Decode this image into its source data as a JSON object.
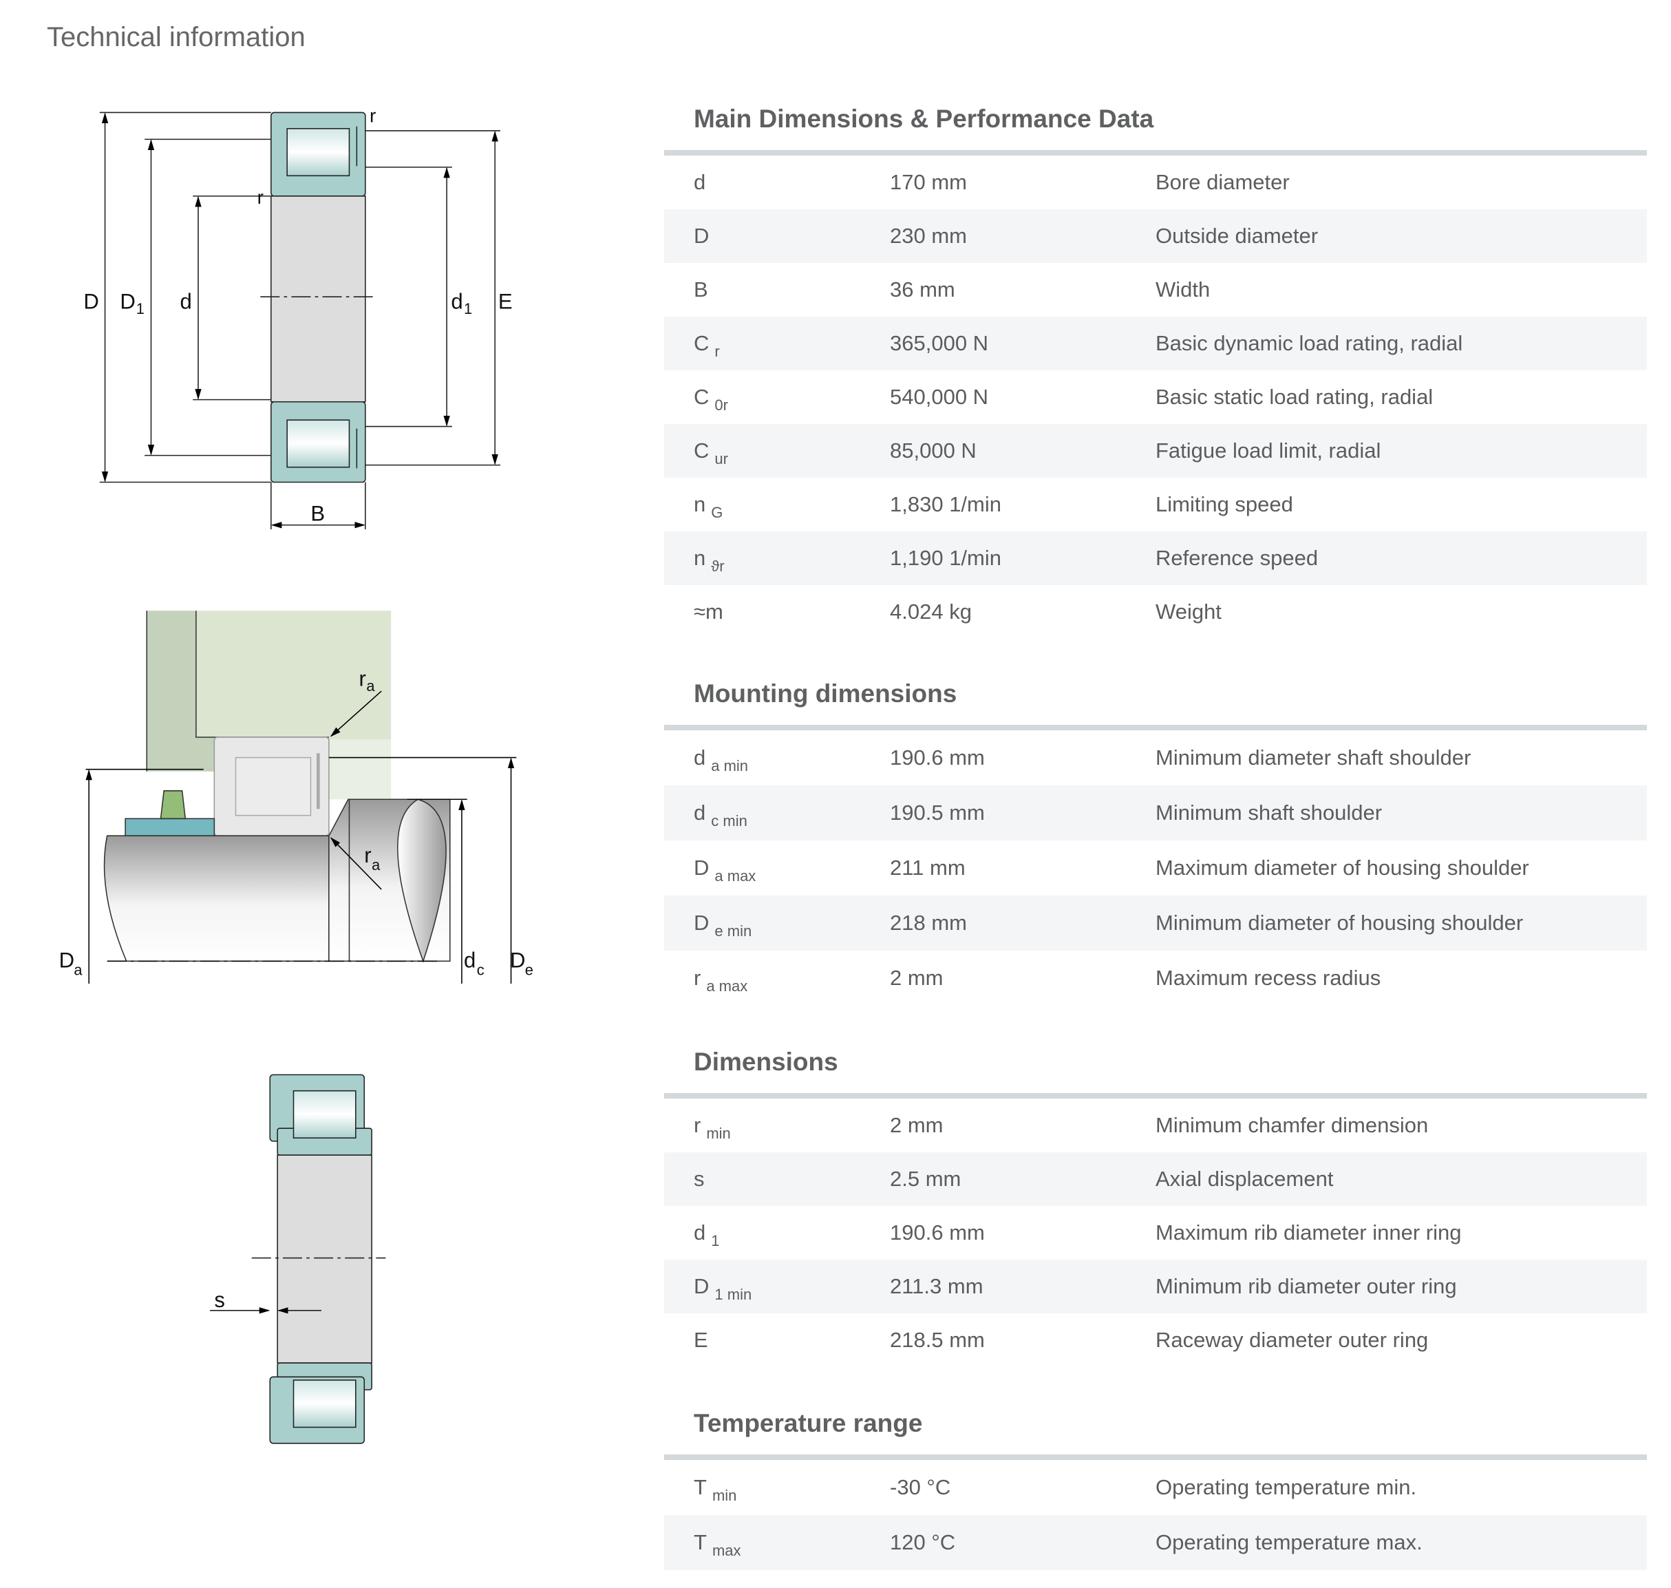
{
  "page_title": "Technical information",
  "drawing_labels": {
    "d1_D": "D",
    "d1_D1": "D",
    "d1_D1_sub": "1",
    "d1_d": "d",
    "d1_d1": "d",
    "d1_d1_sub": "1",
    "d1_E": "E",
    "d1_B": "B",
    "d1_r": "r",
    "d2_ra": "r",
    "d2_ra_sub": "a",
    "d2_Da": "D",
    "d2_Da_sub": "a",
    "d2_dc": "d",
    "d2_dc_sub": "c",
    "d2_De": "D",
    "d2_De_sub": "e",
    "d3_s": "s"
  },
  "sections": [
    {
      "title": "Main Dimensions & Performance Data",
      "rows": [
        {
          "sym": "d",
          "sub": "",
          "value": "170  mm",
          "desc": "Bore diameter"
        },
        {
          "sym": "D",
          "sub": "",
          "value": "230  mm",
          "desc": "Outside diameter"
        },
        {
          "sym": "B",
          "sub": "",
          "value": "36  mm",
          "desc": "Width"
        },
        {
          "sym": "C",
          "sub": "r",
          "value": "365,000  N",
          "desc": "Basic dynamic load rating, radial"
        },
        {
          "sym": "C",
          "sub": "0r",
          "value": "540,000  N",
          "desc": "Basic static load rating, radial"
        },
        {
          "sym": "C",
          "sub": "ur",
          "value": "85,000  N",
          "desc": "Fatigue load limit, radial"
        },
        {
          "sym": "n",
          "sub": "G",
          "value": "1,830  1/min",
          "desc": "Limiting speed"
        },
        {
          "sym": "n",
          "sub": "ϑr",
          "value": "1,190  1/min",
          "desc": "Reference speed"
        },
        {
          "sym": "≈m",
          "sub": "",
          "value": "4.024  kg",
          "desc": "Weight"
        }
      ]
    },
    {
      "title": "Mounting dimensions",
      "rows": [
        {
          "sym": "d",
          "sub": "a min",
          "value": "190.6  mm",
          "desc": "Minimum diameter shaft shoulder"
        },
        {
          "sym": "d",
          "sub": "c min",
          "value": "190.5  mm",
          "desc": "Minimum shaft shoulder"
        },
        {
          "sym": "D",
          "sub": "a max",
          "value": "211  mm",
          "desc": "Maximum diameter of housing shoulder"
        },
        {
          "sym": "D",
          "sub": "e min",
          "value": "218  mm",
          "desc": "Minimum diameter of housing shoulder"
        },
        {
          "sym": "r",
          "sub": "a max",
          "value": "2  mm",
          "desc": "Maximum recess radius"
        }
      ]
    },
    {
      "title": "Dimensions",
      "rows": [
        {
          "sym": "r",
          "sub": "min",
          "value": "2  mm",
          "desc": "Minimum chamfer dimension"
        },
        {
          "sym": "s",
          "sub": "",
          "value": "2.5  mm",
          "desc": "Axial displacement"
        },
        {
          "sym": "d",
          "sub": "1",
          "value": "190.6  mm",
          "desc": "Maximum rib diameter inner ring"
        },
        {
          "sym": "D",
          "sub": "1 min",
          "value": "211.3  mm",
          "desc": "Minimum rib diameter outer ring"
        },
        {
          "sym": "E",
          "sub": "",
          "value": "218.5  mm",
          "desc": "Raceway diameter outer ring"
        }
      ]
    },
    {
      "title": "Temperature range",
      "rows": [
        {
          "sym": "T",
          "sub": "min",
          "value": "-30  °C",
          "desc": "Operating temperature min."
        },
        {
          "sym": "T",
          "sub": "max",
          "value": "120  °C",
          "desc": "Operating temperature max."
        }
      ]
    }
  ]
}
